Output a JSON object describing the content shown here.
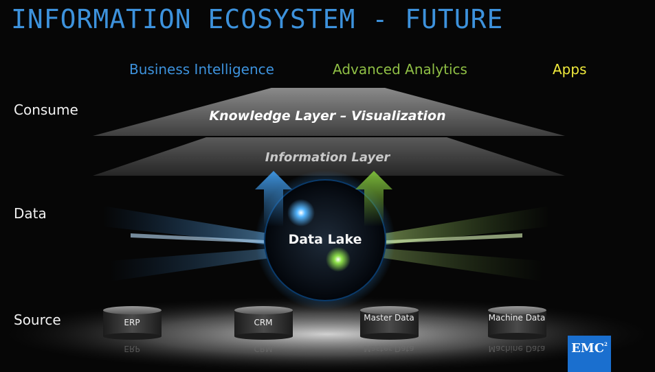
{
  "title": "INFORMATION ECOSYSTEM - FUTURE",
  "consumers": {
    "business_intelligence": "Business Intelligence",
    "advanced_analytics": "Advanced Analytics",
    "apps": "Apps"
  },
  "rows": {
    "consume": "Consume",
    "data": "Data",
    "source": "Source"
  },
  "layers": {
    "knowledge": "Knowledge Layer – Visualization",
    "information": "Information Layer"
  },
  "core": "Data Lake",
  "sources": [
    "ERP",
    "CRM",
    "Master Data",
    "Machine Data"
  ],
  "logo": {
    "text": "EMC",
    "sup": "2"
  },
  "colors": {
    "title": "#3d92dc",
    "business_intelligence": "#3d92dc",
    "advanced_analytics": "#8fbf45",
    "apps": "#f0ea3c",
    "logo_bg": "#1a6fcf"
  }
}
